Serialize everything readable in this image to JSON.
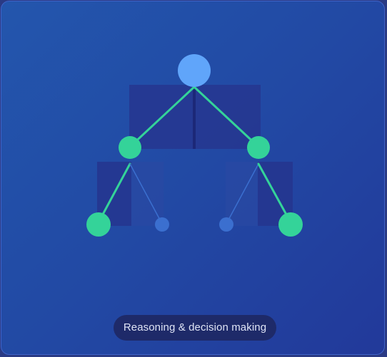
{
  "caption": {
    "text": "Reasoning & decision making"
  },
  "colors": {
    "background": "#2249a4",
    "root_node": "#60a5fa",
    "active_node": "#34d399",
    "active_edge": "#34d399",
    "inactive_node": "#3b6fcf",
    "inactive_edge": "#3b6fcf",
    "panel": "#2b3f96",
    "panel_dark": "#223385",
    "caption_bg": "#1e2a69"
  },
  "tree": {
    "root": {
      "state": "root"
    },
    "level1": [
      {
        "side": "left",
        "state": "active"
      },
      {
        "side": "right",
        "state": "active"
      }
    ],
    "level2": [
      {
        "parent": "left",
        "position": "outer",
        "state": "active"
      },
      {
        "parent": "left",
        "position": "inner",
        "state": "inactive"
      },
      {
        "parent": "right",
        "position": "inner",
        "state": "inactive"
      },
      {
        "parent": "right",
        "position": "outer",
        "state": "active"
      }
    ]
  }
}
